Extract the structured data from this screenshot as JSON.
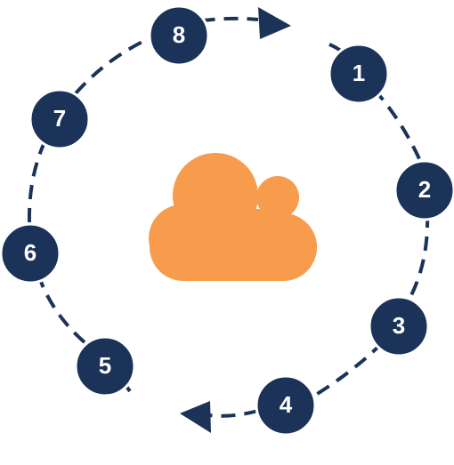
{
  "colors": {
    "node_fill": "#1b3358",
    "node_stroke": "#ffffff",
    "arc": "#1b3358",
    "cloud": "#f79c4d",
    "background": "#ffffff"
  },
  "center": {
    "icon": "cloud-icon"
  },
  "cycle": {
    "direction": "clockwise",
    "steps": [
      {
        "label": "1"
      },
      {
        "label": "2"
      },
      {
        "label": "3"
      },
      {
        "label": "4"
      },
      {
        "label": "5"
      },
      {
        "label": "6"
      },
      {
        "label": "7"
      },
      {
        "label": "8"
      }
    ]
  }
}
